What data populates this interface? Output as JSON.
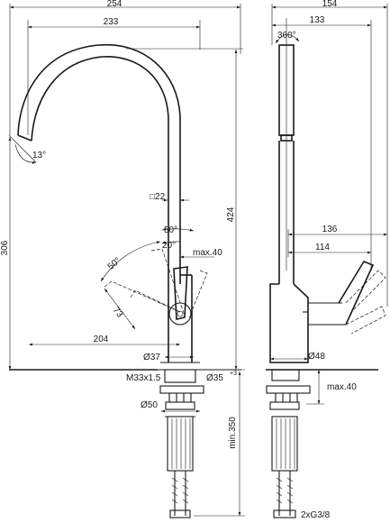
{
  "dimensions": {
    "front_overall_width": "254",
    "front_spout_reach": "233",
    "side_overall_depth": "154",
    "side_spout_depth": "133",
    "swivel_angle": "360°",
    "spout_tip_angle": "13°",
    "square_section": "□22",
    "height_424": "424",
    "height_306": "306",
    "lever_angle_50a": "50°",
    "lever_angle_20": "20°",
    "lever_angle_50b": "50°",
    "lever_max": "max.40",
    "lever_length": "73",
    "lever_reach": "204",
    "base_diameter": "Ø37",
    "thread": "M33x1.5",
    "hole_diameter": "Ø35",
    "hole_tolerance": "+3",
    "washer_diameter": "Ø50",
    "side_136": "136",
    "side_114": "114",
    "side_base_diameter": "Ø48",
    "side_deck_max": "max.40",
    "hose_min_length": "min.350",
    "hose_connection": "2xG3/8"
  }
}
